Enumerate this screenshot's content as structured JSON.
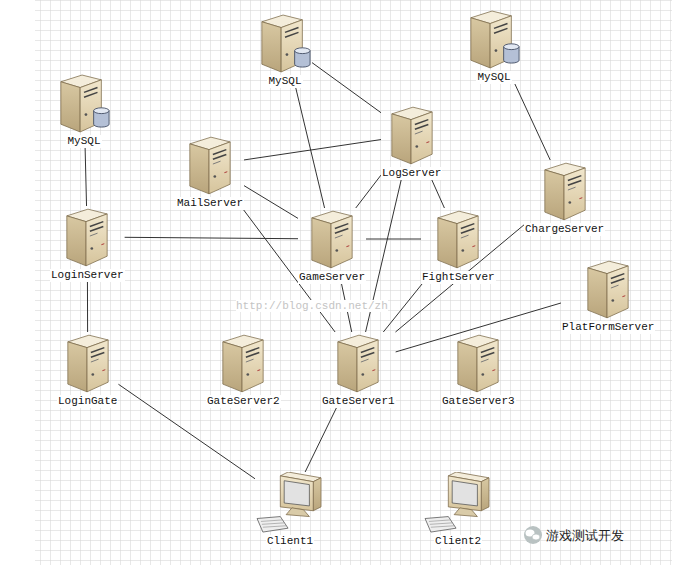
{
  "diagram": {
    "nodes": [
      {
        "text": [
          "MySQL"
        ]
      },
      {
        "text": [
          "MySQL"
        ]
      },
      {
        "text": [
          "MySQL"
        ]
      },
      {
        "text": [
          "MailServer"
        ]
      },
      {
        "text": [
          "LogServer"
        ]
      },
      {
        "text": [
          "ChargeServer"
        ]
      },
      {
        "text": [
          "LoginServer"
        ]
      },
      {
        "text": [
          "GameServer"
        ]
      },
      {
        "text": [
          "FightServer"
        ]
      },
      {
        "text": [
          "PlatFormServer"
        ]
      },
      {
        "text": [
          "LoginGate"
        ]
      },
      {
        "text": [
          "GateServer2"
        ]
      },
      {
        "text": [
          "GateServer1"
        ]
      },
      {
        "text": [
          "GateServer3"
        ]
      },
      {
        "text": [
          "Client1"
        ]
      },
      {
        "text": [
          "Client2"
        ]
      }
    ],
    "edges": [
      {
        "from": 2,
        "to": 6,
        "arrow": "none"
      },
      {
        "from": 6,
        "to": 10,
        "arrow": "none"
      },
      {
        "from": 6,
        "to": 7,
        "arrow": "none"
      },
      {
        "from": 10,
        "to": 14,
        "arrow": "none"
      },
      {
        "from": 14,
        "to": 12,
        "arrow": "none"
      },
      {
        "from": 0,
        "to": 4,
        "arrow": "none"
      },
      {
        "from": 0,
        "to": 7,
        "arrow": "none"
      },
      {
        "from": 1,
        "to": 5,
        "arrow": "none"
      },
      {
        "from": 3,
        "to": 4,
        "arrow": "none"
      },
      {
        "from": 3,
        "to": 7,
        "arrow": "none"
      },
      {
        "from": 3,
        "to": 12,
        "arrow": "none"
      },
      {
        "from": 4,
        "to": 7,
        "arrow": "none"
      },
      {
        "from": 4,
        "to": 8,
        "arrow": "none"
      },
      {
        "from": 4,
        "to": 12,
        "arrow": "none"
      },
      {
        "from": 7,
        "to": 8,
        "arrow": "none"
      },
      {
        "from": 7,
        "to": 12,
        "arrow": "none"
      },
      {
        "from": 8,
        "to": 12,
        "arrow": "none"
      },
      {
        "from": 5,
        "to": 12,
        "arrow": "none"
      },
      {
        "from": 9,
        "to": 12,
        "arrow": "none"
      }
    ],
    "labels": [
      "http://blog.csdn.net/zh",
      "游戏测试开发"
    ]
  }
}
